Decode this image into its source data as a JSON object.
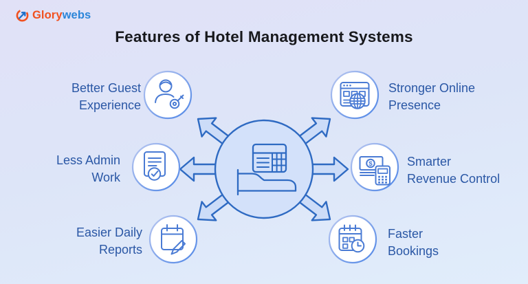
{
  "logo": {
    "brand_primary": "Glory",
    "brand_secondary": "webs",
    "icon": "glorywebs-arrow-circle-icon"
  },
  "title": "Features of Hotel Management Systems",
  "features": [
    {
      "id": "better-guest-experience",
      "label_line1": "Better Guest",
      "label_line2": "Experience",
      "icon": "receptionist-key-icon",
      "side": "left",
      "row": "top"
    },
    {
      "id": "less-admin-work",
      "label_line1": "Less Admin",
      "label_line2": "Work",
      "icon": "document-check-icon",
      "side": "left",
      "row": "middle"
    },
    {
      "id": "easier-daily-reports",
      "label_line1": "Easier Daily",
      "label_line2": "Reports",
      "icon": "calendar-pencil-icon",
      "side": "left",
      "row": "bottom"
    },
    {
      "id": "stronger-online-presence",
      "label_line1": "Stronger Online",
      "label_line2": "Presence",
      "icon": "browser-globe-icon",
      "side": "right",
      "row": "top"
    },
    {
      "id": "smarter-revenue-control",
      "label_line1": "Smarter",
      "label_line2": "Revenue Control",
      "icon": "money-calculator-icon",
      "side": "right",
      "row": "middle"
    },
    {
      "id": "faster-bookings",
      "label_line1": "Faster",
      "label_line2": "Bookings",
      "icon": "calendar-clock-icon",
      "side": "right",
      "row": "bottom"
    }
  ],
  "center": {
    "icon": "hotel-building-bed-icon",
    "arrow_count": 6
  },
  "icons": {
    "currency_symbol": "$"
  },
  "colors": {
    "background_top": "#e1e1f7",
    "background_bottom": "#e1edfb",
    "title_text": "#17181c",
    "feature_text": "#2a57a5",
    "diagram_stroke": "#2e6ac2",
    "arrow_fill": "#ccdcf8",
    "center_circle_fill": "#d3e1fa",
    "icon_stroke": "#4a7bd4",
    "logo_orange": "#f1511f",
    "logo_blue": "#2b86d9"
  }
}
